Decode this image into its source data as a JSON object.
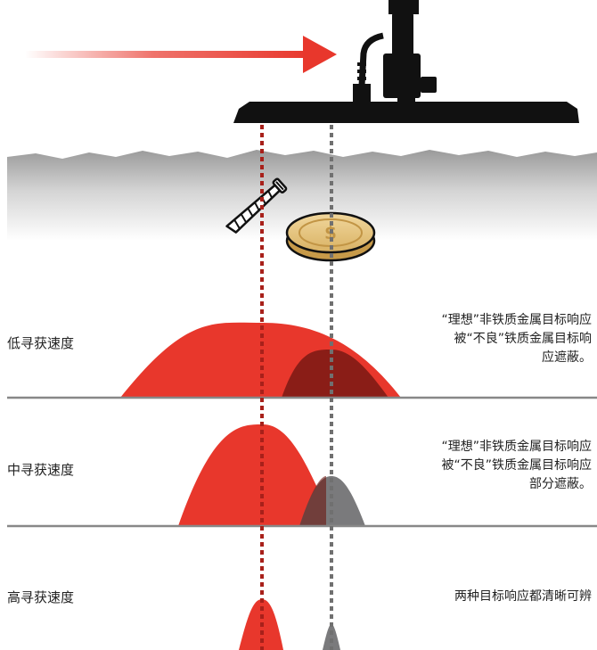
{
  "rows": [
    {
      "label": "低寻获速度",
      "note_lines": [
        "“理想”非铁质金属目标响应",
        "被“不良”铁质金属目标响",
        "应遮蔽。"
      ]
    },
    {
      "label": "中寻获速度",
      "note_lines": [
        "“理想”非铁质金属目标响应",
        "被“不良”铁质金属目标响应",
        "部分遮蔽。"
      ]
    },
    {
      "label": "高寻获速度",
      "note_lines": [
        "两种目标响应都清晰可辨"
      ]
    }
  ],
  "colors": {
    "arrow": "#e8372c",
    "nonferrous_response": "#e8372c",
    "ferrous_response": "#7a7a7c",
    "ferrous_line": "#707070",
    "nonferrous_line": "#a8201a",
    "detector": "#111111",
    "coin": "#e3c27a",
    "baseline": "#888888"
  },
  "icons": [
    "sweep-direction-arrow",
    "metal-detector-coil",
    "screw-icon",
    "coin-icon"
  ]
}
